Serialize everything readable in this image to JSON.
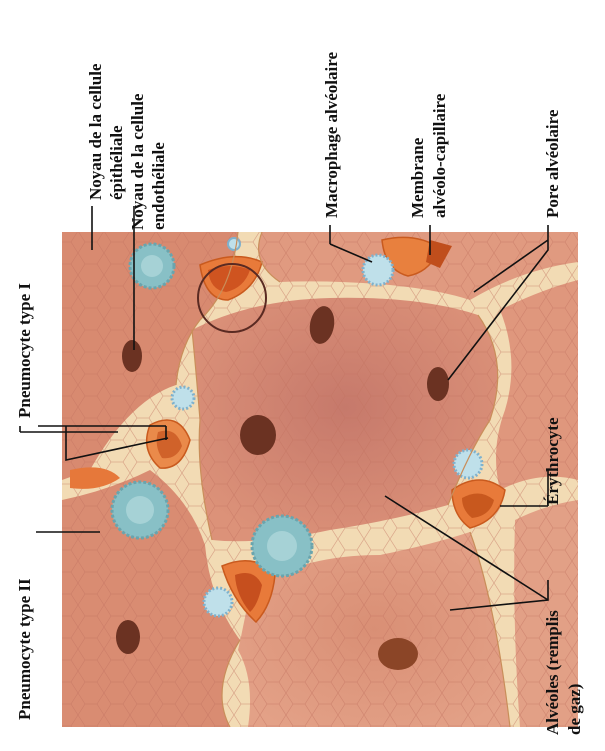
{
  "figure": {
    "labels": {
      "noyau_epitheliale_l1": "Noyau de la cellule",
      "noyau_epitheliale_l2": "épithéliale",
      "noyau_endotheliale_l1": "Noyau de la cellule",
      "noyau_endotheliale_l2": "endothéliale",
      "macrophage": "Macrophage alvéolaire",
      "membrane_l1": "Membrane",
      "membrane_l2": "alvéolo-capillaire",
      "pore": "Pore alvéolaire",
      "pneumocyte_1": "Pneumocyte type I",
      "pneumocyte_2": "Pneumocyte type II",
      "erythrocyte": "Érythrocyte",
      "alveoles_l1": "Alvéoles (remplis",
      "alveoles_l2": "de gaz)"
    },
    "colors": {
      "alveolus_fill": "#d98a6e",
      "alveolus_dark": "#b86a58",
      "septum": "#f3dcb0",
      "capillary": "#e06b2a",
      "nucleus": "#6e3322",
      "macrophage": "#a9d2dc",
      "pneumocyte_2": "#86bfc7"
    },
    "icons": [
      "leader-lines",
      "focus-circle"
    ]
  }
}
